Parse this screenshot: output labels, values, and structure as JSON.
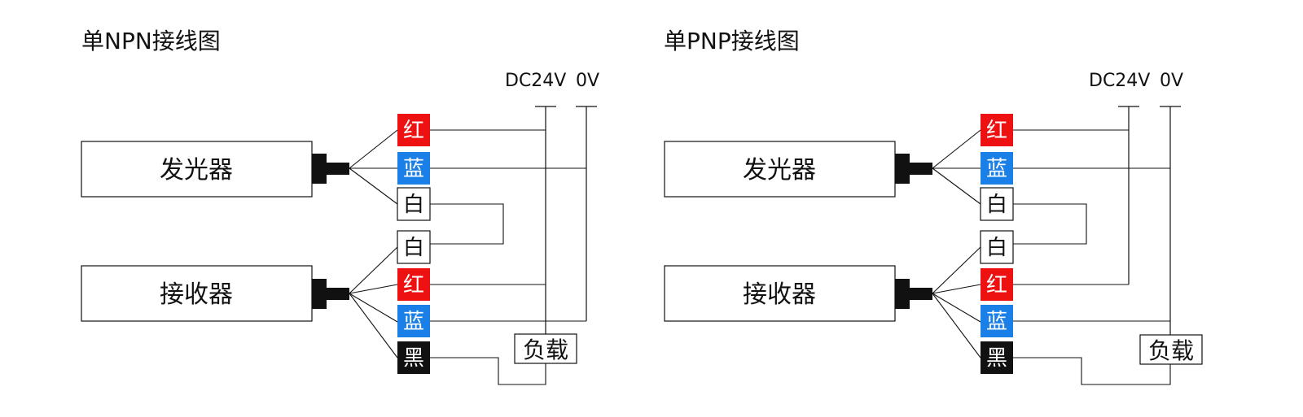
{
  "diagrams": [
    {
      "title": "单NPN接线图",
      "rails": {
        "plus": "DC24V",
        "zero": "0V"
      },
      "emitter": {
        "label": "发光器"
      },
      "receiver": {
        "label": "接收器"
      },
      "emitter_wires": [
        {
          "label": "红",
          "bg": "#ee1111",
          "fg": "#ffffff"
        },
        {
          "label": "蓝",
          "bg": "#1a7fe6",
          "fg": "#ffffff"
        },
        {
          "label": "白",
          "bg": "#ffffff",
          "fg": "#111111"
        }
      ],
      "receiver_wires": [
        {
          "label": "白",
          "bg": "#ffffff",
          "fg": "#111111"
        },
        {
          "label": "红",
          "bg": "#ee1111",
          "fg": "#ffffff"
        },
        {
          "label": "蓝",
          "bg": "#1a7fe6",
          "fg": "#ffffff"
        },
        {
          "label": "黑",
          "bg": "#111111",
          "fg": "#ffffff"
        }
      ],
      "load": {
        "label": "负载"
      }
    },
    {
      "title": "单PNP接线图",
      "rails": {
        "plus": "DC24V",
        "zero": "0V"
      },
      "emitter": {
        "label": "发光器"
      },
      "receiver": {
        "label": "接收器"
      },
      "emitter_wires": [
        {
          "label": "红",
          "bg": "#ee1111",
          "fg": "#ffffff"
        },
        {
          "label": "蓝",
          "bg": "#1a7fe6",
          "fg": "#ffffff"
        },
        {
          "label": "白",
          "bg": "#ffffff",
          "fg": "#111111"
        }
      ],
      "receiver_wires": [
        {
          "label": "白",
          "bg": "#ffffff",
          "fg": "#111111"
        },
        {
          "label": "红",
          "bg": "#ee1111",
          "fg": "#ffffff"
        },
        {
          "label": "蓝",
          "bg": "#1a7fe6",
          "fg": "#ffffff"
        },
        {
          "label": "黑",
          "bg": "#111111",
          "fg": "#ffffff"
        }
      ],
      "load": {
        "label": "负载"
      }
    }
  ]
}
